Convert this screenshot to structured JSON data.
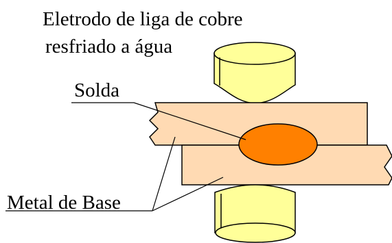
{
  "labels": {
    "electrode_line1": "Eletrodo de liga de cobre",
    "electrode_line2": "resfriado a água",
    "weld": "Solda",
    "base_metal": "Metal de Base"
  },
  "colors": {
    "electrode_fill": "#ffff99",
    "sheet_fill": "#ffdab3",
    "weld_fill": "#ff8000",
    "outline": "#000000"
  }
}
